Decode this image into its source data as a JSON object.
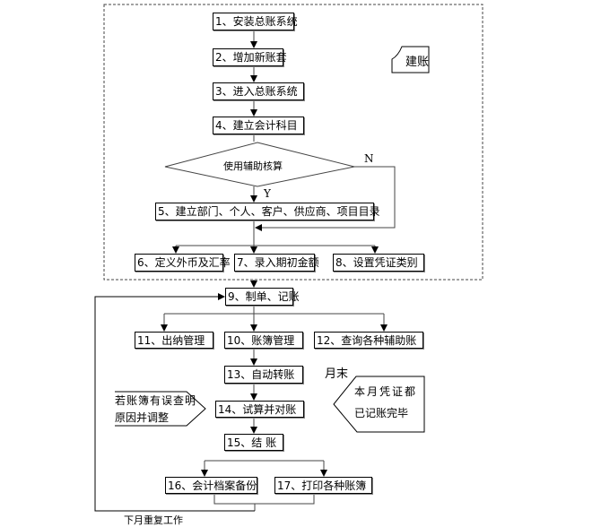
{
  "setup_label": "建账",
  "steps": {
    "s1": "1、安装总账系统",
    "s2": "2、增加新账套",
    "s3": "3、进入总账系统",
    "s4": "4、建立会计科目",
    "decision": "使用辅助核算",
    "s5": "5、建立部门、个人、客户、供应商、项目目录",
    "s6": "6、定义外币及汇率",
    "s7": "7、录入期初金额",
    "s8": "8、设置凭证类别",
    "s9": "9、制单、记账",
    "s10": "10、账簿管理",
    "s11": "11、出纳管理",
    "s12": "12、查询各种辅助账",
    "s13": "13、自动转账",
    "s14": "14、试算并对账",
    "s15": "15、结 账",
    "s16": "16、会计档案备份",
    "s17": "17、打印各种账簿"
  },
  "branch_labels": {
    "yes": "Y",
    "no": "N"
  },
  "notes": {
    "month_end": "月末",
    "vouchers_line1": "本月凭证都",
    "vouchers_line2": "已记账完毕",
    "error_line1": "若账簿有误查明",
    "error_line2": "原因并调整",
    "bottom_cut": "下月重复工作"
  }
}
